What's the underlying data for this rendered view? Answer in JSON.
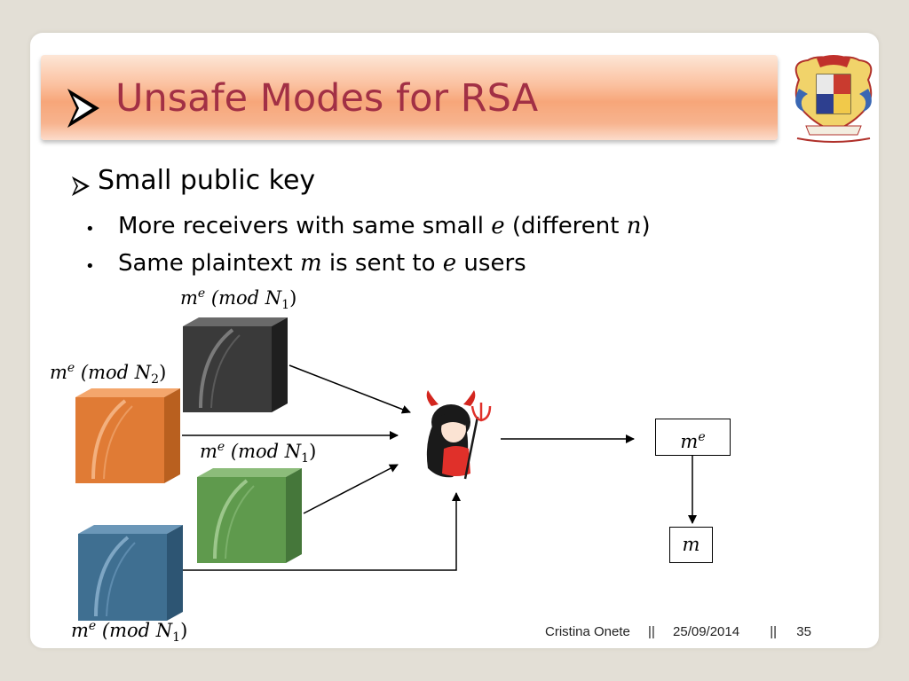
{
  "title": "Unsafe Modes for RSA",
  "heading": "Small public key",
  "bullets": [
    {
      "pre": "More receivers with same small ",
      "var1": "e",
      "mid": " (different ",
      "var2": "n",
      "post": ")"
    },
    {
      "pre": "Same plaintext ",
      "var1": "m",
      "mid": " is sent to ",
      "var2": "e",
      "post": " users"
    }
  ],
  "labels": {
    "black": {
      "base": "m",
      "exp": "e",
      "mod": "(mod N",
      "sub": "1",
      "close": ")"
    },
    "orange": {
      "base": "m",
      "exp": "e",
      "mod": "(mod N",
      "sub": "2",
      "close": ")"
    },
    "green": {
      "base": "m",
      "exp": "e",
      "mod": "(mod N",
      "sub": "1",
      "close": ")"
    },
    "blue": {
      "base": "m",
      "exp": "e",
      "mod": "(mod N",
      "sub": "1",
      "close": ")"
    }
  },
  "result_box": "m",
  "result_box_exp": "e",
  "final_box": "m",
  "footer": {
    "author": "Cristina Onete",
    "sep1": "||",
    "date": "25/09/2014",
    "sep2": "||",
    "page": "35"
  },
  "colors": {
    "title": "#a23045",
    "black_cube": "#3a3a3a",
    "orange_cube": "#e07b35",
    "green_cube": "#5f9a4d",
    "blue_cube": "#3f6f91"
  }
}
